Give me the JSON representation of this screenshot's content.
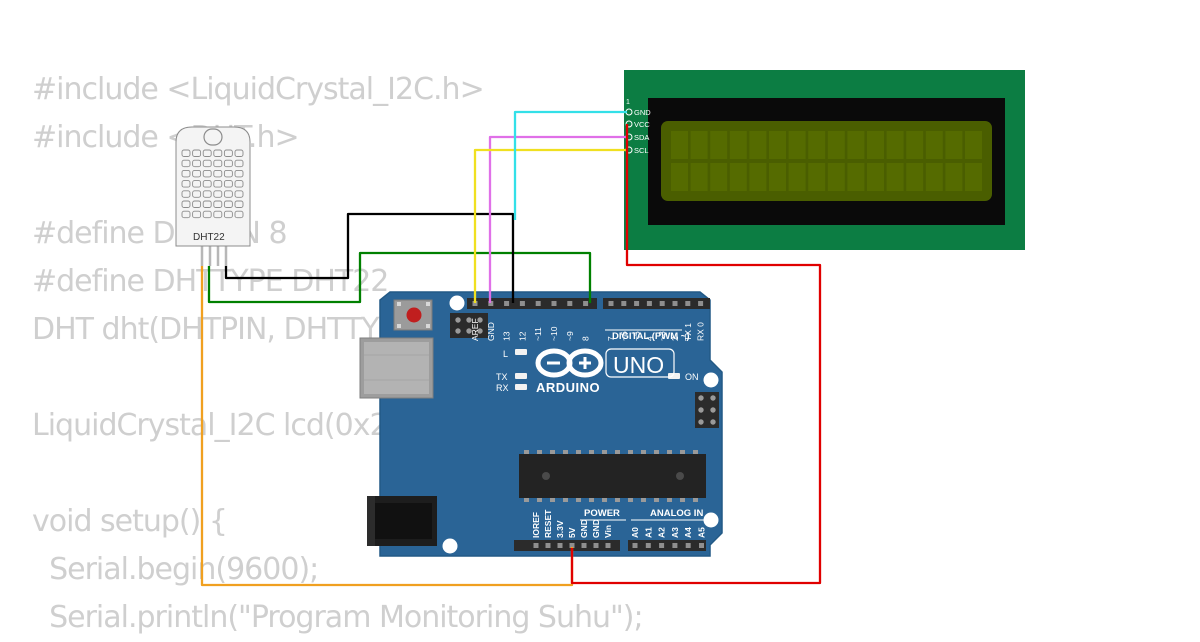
{
  "code_lines": [
    "#include <LiquidCrystal_I2C.h>",
    "#include <DHT.h>",
    "",
    "#define DHTPIN 8",
    "#define DHTTYPE DHT22",
    "DHT dht(DHTPIN, DHTTYPE);",
    "",
    "LiquidCrystal_I2C lcd(0x27, 16, 2);",
    "",
    "void setup() {",
    "  Serial.begin(9600);",
    "  Serial.println(\"Program Monitoring Suhu\");"
  ],
  "dht": {
    "label": "DHT22"
  },
  "lcd": {
    "pin_index": "1",
    "pins": [
      "GND",
      "VCC",
      "SDA",
      "SCL"
    ]
  },
  "arduino": {
    "brand": "ARDUINO",
    "model": "UNO",
    "digital_label": "DIGITAL (PWM ~)",
    "led_l": "L",
    "led_tx": "TX",
    "led_rx": "RX",
    "on_label": "ON",
    "power_label": "POWER",
    "analog_label": "ANALOG IN",
    "top_pins_left": [
      "AREF",
      "GND",
      "13",
      "12",
      "~11",
      "~10",
      "~9",
      "8"
    ],
    "top_pins_right": [
      "7",
      "~6",
      "~5",
      "4",
      "~3",
      "2",
      "TX 1",
      "RX 0"
    ],
    "power_pins": [
      "IOREF",
      "RESET",
      "3.3V",
      "5V",
      "GND",
      "GND",
      "Vin"
    ],
    "analog_pins": [
      "A0",
      "A1",
      "A2",
      "A3",
      "A4",
      "A5"
    ]
  },
  "colors": {
    "board": "#2a6496",
    "lcd_pcb": "#0c7d43",
    "lcd_screen": "#4a5e00",
    "code_text": "#cfcfcf",
    "wire_gnd": "#000000",
    "wire_data": "#008000",
    "wire_vcc": "#e00000",
    "wire_5v": "#f0a020",
    "wire_lcd_gnd": "#33e0e8",
    "wire_sda": "#e070e8",
    "wire_scl": "#f0e020"
  }
}
